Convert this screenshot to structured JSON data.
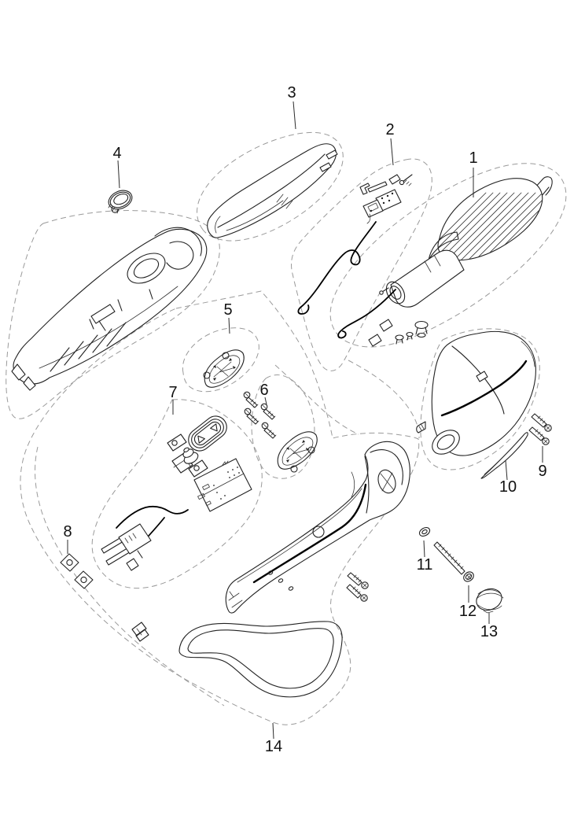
{
  "diagram": {
    "kind": "exploded-parts-diagram",
    "colors": {
      "background": "#ffffff",
      "line": "#222222",
      "group_outline": "#9a9a9a",
      "label_text": "#111111"
    },
    "parts": [
      {
        "label": "1"
      },
      {
        "label": "2"
      },
      {
        "label": "3"
      },
      {
        "label": "4"
      },
      {
        "label": "5"
      },
      {
        "label": "6"
      },
      {
        "label": "7"
      },
      {
        "label": "8"
      },
      {
        "label": "9"
      },
      {
        "label": "10"
      },
      {
        "label": "11"
      },
      {
        "label": "12"
      },
      {
        "label": "13"
      },
      {
        "label": "14"
      }
    ]
  }
}
